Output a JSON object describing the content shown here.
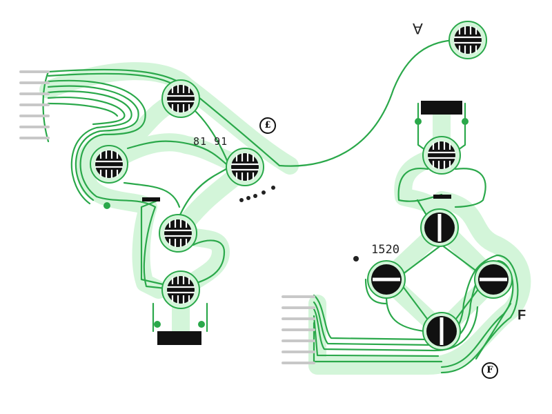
{
  "labels": {
    "a": "A",
    "f": "F",
    "code_left": "81 91",
    "code_right": "1520",
    "mark_left": "£",
    "mark_right": "F"
  },
  "colors": {
    "trace": "#2aa84a",
    "film": "#d3f5d9",
    "contact": "#111111",
    "pin": "#c8c8c8"
  }
}
